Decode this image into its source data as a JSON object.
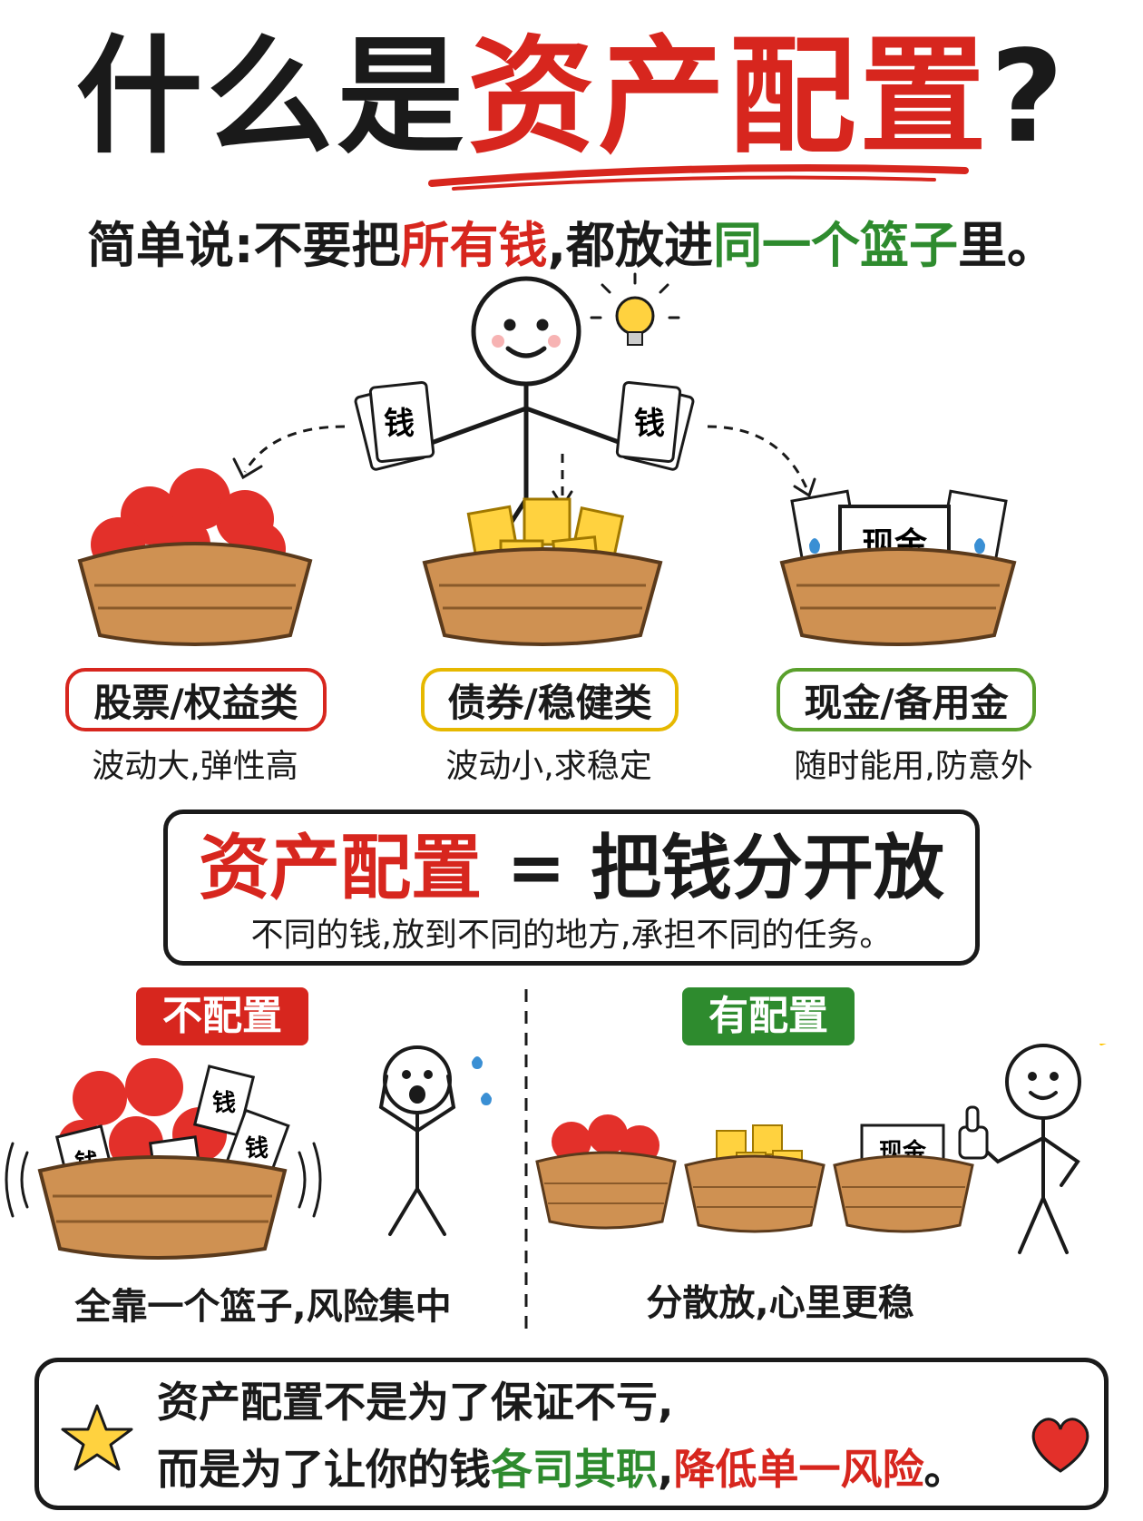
{
  "title": {
    "part1": "什么是",
    "part2": "资产配置",
    "part3": "?"
  },
  "subtitle": {
    "part1": "简单说:不要把",
    "part2": "所有钱",
    "part3": ",都放进",
    "part4": "同一个篮子",
    "part5": "里。"
  },
  "money_label": "钱",
  "cash_label": "现金",
  "categories": [
    {
      "label": "股票/权益类",
      "desc": "波动大,弹性高",
      "color": "#d7261e"
    },
    {
      "label": "债券/稳健类",
      "desc": "波动小,求稳定",
      "color": "#e6b800"
    },
    {
      "label": "现金/备用金",
      "desc": "随时能用,防意外",
      "color": "#5aa02c"
    }
  ],
  "equation": {
    "left": "资产配置",
    "right": "= 把钱分开放",
    "sub": "不同的钱,放到不同的地方,承担不同的任务。"
  },
  "compare": {
    "left": {
      "badge": "不配置",
      "desc": "全靠一个篮子,风险集中",
      "color": "#d7261e"
    },
    "right": {
      "badge": "有配置",
      "desc": "分散放,心里更稳",
      "color": "#2e8b2e"
    }
  },
  "final": {
    "line1": "资产配置不是为了保证不亏,",
    "line2a": "而是为了让你的钱",
    "line2b": "各司其职",
    "line2c": ",",
    "line2d": "降低单一风险",
    "line2e": "。"
  }
}
